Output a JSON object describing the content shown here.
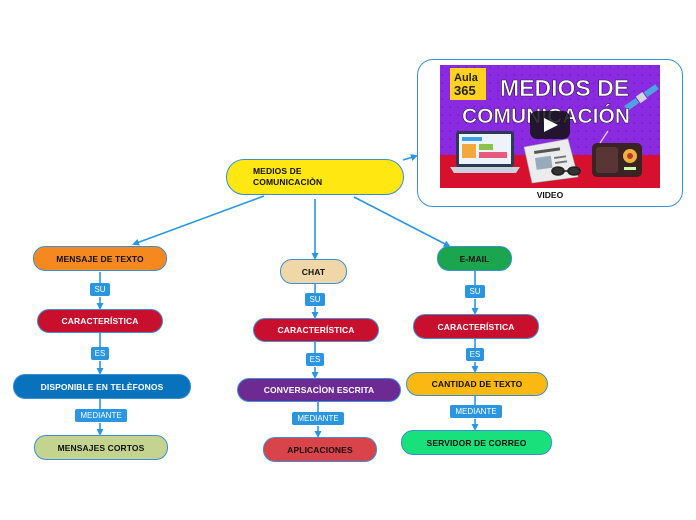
{
  "root": {
    "label": "MEDIOS DE COMUNICACIÒN"
  },
  "video": {
    "label": "VIDEO",
    "thumbnail": {
      "brand_line1": "Aula",
      "brand_line2": "365",
      "title_line1": "MEDIOS DE",
      "title_line2": "COMUNICACIÓN"
    }
  },
  "branches": [
    {
      "title": "MENSAJE DE TEXTO",
      "rel1": "SU",
      "characteristic": "CARACTERÍSTICA",
      "rel2": "ES",
      "detail": "DISPONIBLE EN TELÈFONOS",
      "rel3": "MEDIANTE",
      "leaf": "MENSAJES CORTOS"
    },
    {
      "title": "CHAT",
      "rel1": "SU",
      "characteristic": "CARACTERÍSTICA",
      "rel2": "ES",
      "detail": "CONVERSACÌON ESCRITA",
      "rel3": "MEDIANTE",
      "leaf": "APLICACIONES"
    },
    {
      "title": "E-MAIL",
      "rel1": "SU",
      "characteristic": "CARACTERÍSTICA",
      "rel2": "ES",
      "detail": "CANTIDAD DE TEXTO",
      "rel3": "MEDIANTE",
      "leaf": "SERVIDOR DE CORREO"
    }
  ],
  "colors": {
    "root": "#ffe712",
    "mensaje_de_texto": "#f5891f",
    "chat": "#efd7a8",
    "email": "#1aa54e",
    "caracteristica": "#c8102e",
    "disponible": "#0872bd",
    "conversacion": "#6d2a92",
    "cantidad": "#fbb811",
    "mensajes_cortos": "#c4d48e",
    "aplicaciones": "#d9434a",
    "servidor": "#18e07a",
    "relation_label": "#2a96e2",
    "connector": "#2a96e2"
  }
}
